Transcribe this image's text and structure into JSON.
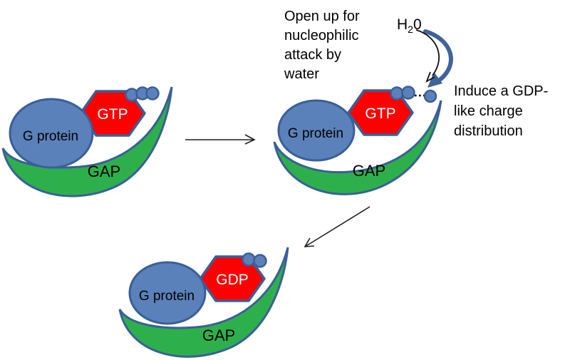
{
  "diagram": {
    "complexes": [
      {
        "protein": "G protein",
        "nucleotide": "GTP",
        "scaffold": "GAP",
        "phosphate_circles": 3
      },
      {
        "protein": "G protein",
        "nucleotide": "GTP",
        "scaffold": "GAP",
        "phosphate_circles": 3
      },
      {
        "protein": "G protein",
        "nucleotide": "GDP",
        "scaffold": "GAP",
        "phosphate_circles": 2
      }
    ],
    "annotations": {
      "open_attack": {
        "line1": "Open up for",
        "line2": "nucleophilic",
        "line3": "attack by",
        "line4": "water"
      },
      "water": {
        "symbol": "H",
        "subscript": "2",
        "suffix": "0"
      },
      "induce": {
        "line1": "Induce a GDP-",
        "line2": "like charge",
        "line3": "distribution"
      }
    },
    "colors": {
      "protein_blue": "#5b81ba",
      "outline_blue": "#3a5f98",
      "nucleotide_red": "#fe0000",
      "gap_green": "#2db04c",
      "text_black": "#000000",
      "text_white": "#ffffff"
    }
  }
}
